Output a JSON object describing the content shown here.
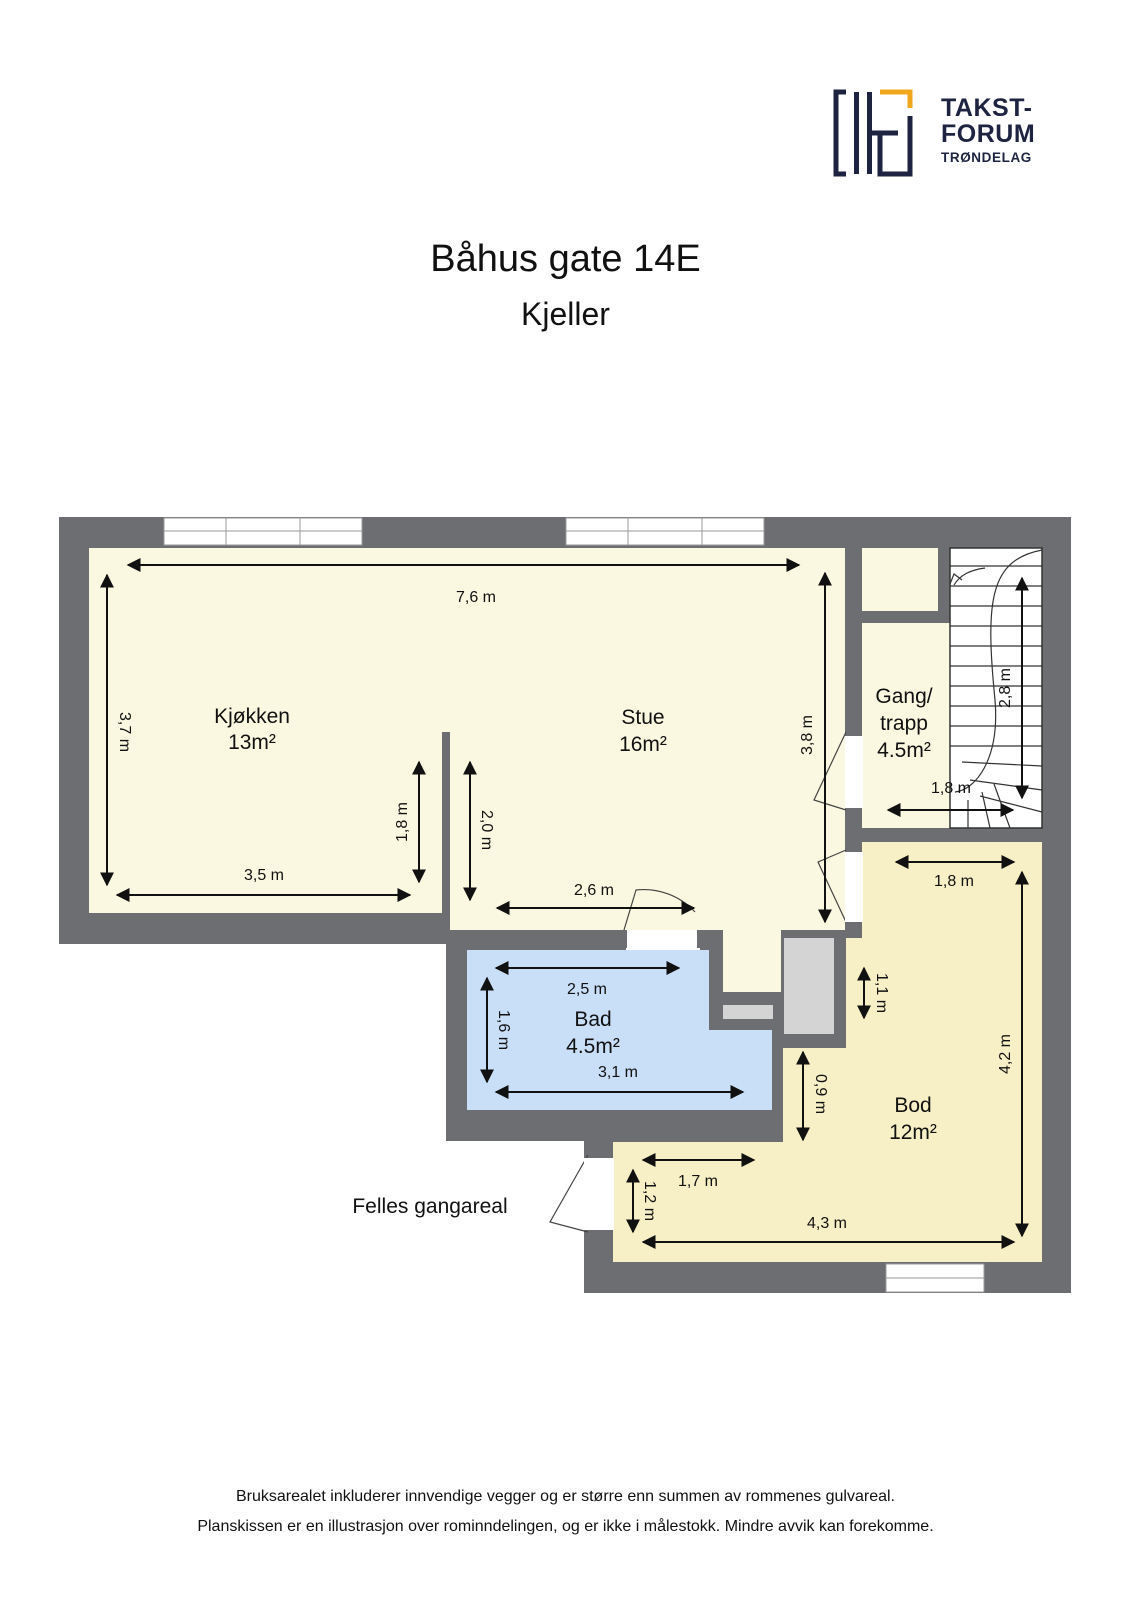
{
  "logo": {
    "line1": "TAKST-",
    "line2": "FORUM",
    "line3": "TRØNDELAG",
    "colors": {
      "navy": "#1d2340",
      "accent": "#f0a71d"
    }
  },
  "title": "Båhus gate 14E",
  "subtitle": "Kjeller",
  "plan": {
    "colors": {
      "wall": "#6d6e71",
      "living": "#faf8e0",
      "bath": "#c9def7",
      "storage": "#f7f0c6",
      "shaft": "#d4d4d4"
    },
    "rooms": [
      {
        "name": "Kjøkken",
        "area": "13m²"
      },
      {
        "name": "Stue",
        "area": "16m²"
      },
      {
        "name": "Gang/",
        "name2": "trapp",
        "area": "4.5m²"
      },
      {
        "name": "Bad",
        "area": "4.5m²"
      },
      {
        "name": "Bod",
        "area": "12m²"
      }
    ],
    "dimensions": {
      "stue_width": "7,6 m",
      "kjokken_height": "3,7 m",
      "kjokken_width": "3,5 m",
      "kjokken_wall": "1,8 m",
      "stue_wall": "2,0 m",
      "stue_bottom": "2,6 m",
      "stue_height": "3,8 m",
      "gang_height": "2,8 m",
      "gang_width": "1,8 m",
      "bod_top": "1,8 m",
      "bod_niche": "1,1 m",
      "bod_height": "4,2 m",
      "bod_wall": "0,9 m",
      "bad_top": "2,5 m",
      "bad_height": "1,6 m",
      "bad_bottom": "3,1 m",
      "bod_left_width": "1,7 m",
      "bod_left_height": "1,2 m",
      "bod_bottom": "4,3 m"
    },
    "outside_label": "Felles gangareal"
  },
  "footer": {
    "line1": "Bruksarealet inkluderer innvendige vegger og er større enn summen av rommenes gulvareal.",
    "line2": "Planskissen er en illustrasjon over rominndelingen, og er ikke i målestokk. Mindre avvik kan forekomme."
  }
}
